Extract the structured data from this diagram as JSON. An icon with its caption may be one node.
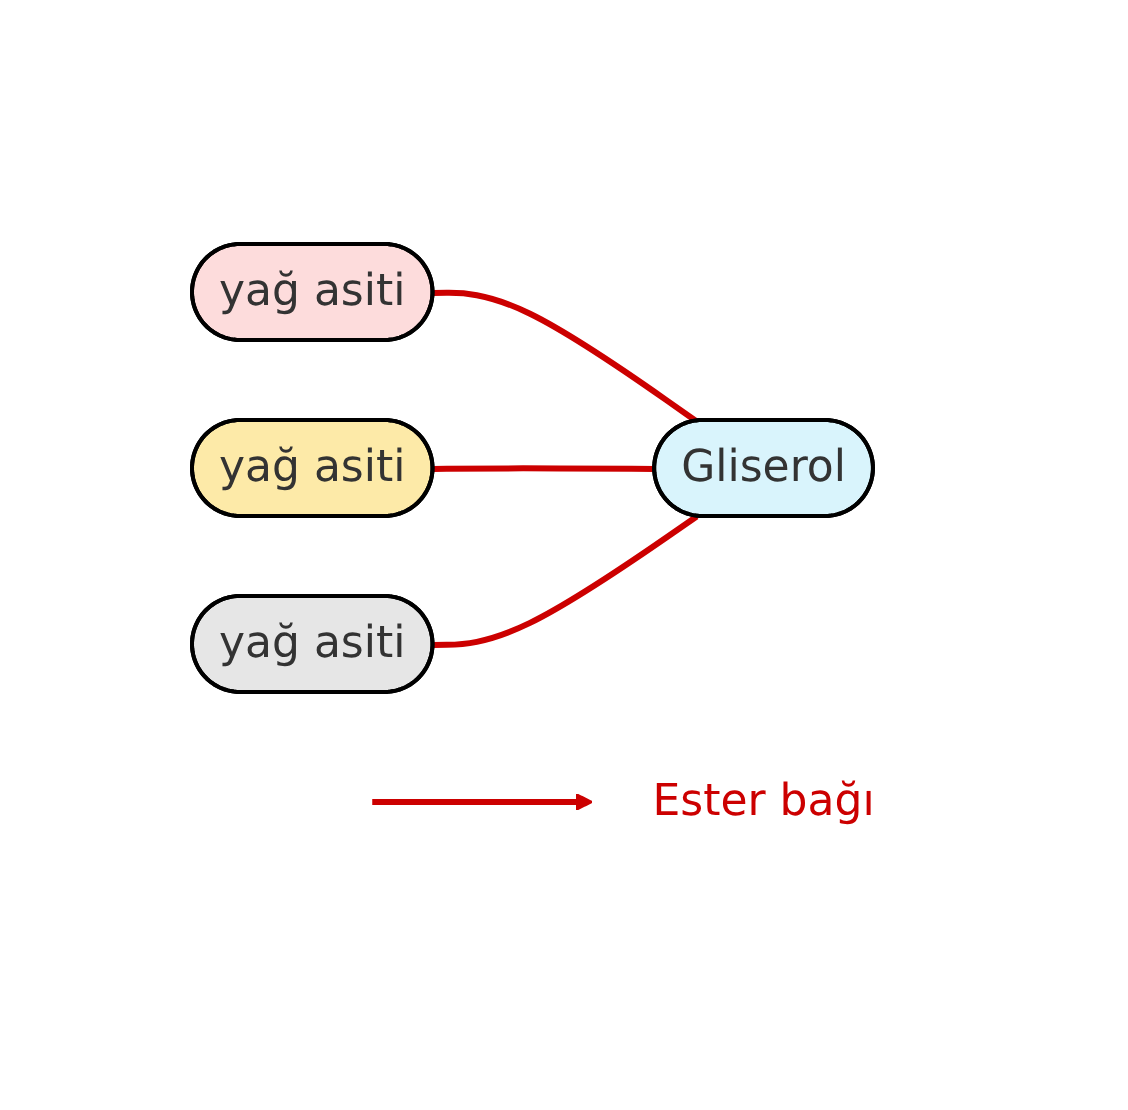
{
  "diagram": {
    "nodes": [
      {
        "text": [
          "yağ asiti"
        ]
      },
      {
        "text": [
          "yağ asiti"
        ]
      },
      {
        "text": [
          "yağ asiti"
        ]
      },
      {
        "text": [
          "Gliserol"
        ]
      },
      {
        "text": [
          "Ester bağı"
        ]
      }
    ],
    "edges": [
      {
        "from": 0,
        "to": 3,
        "arrow": "none"
      },
      {
        "from": 1,
        "to": 3,
        "arrow": "none"
      },
      {
        "from": 2,
        "to": 3,
        "arrow": "none"
      },
      {
        "from": null,
        "to": 4,
        "arrow": "to"
      }
    ]
  }
}
